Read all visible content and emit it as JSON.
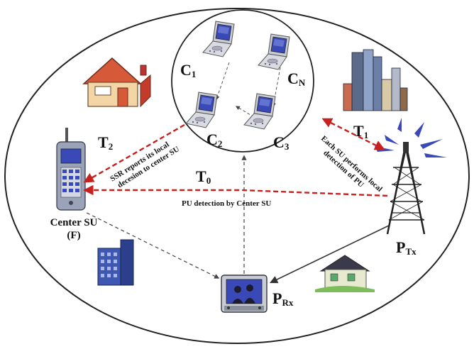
{
  "labels": {
    "c1_main": "C",
    "c1_sub": "1",
    "cn_main": "C",
    "cn_sub": "N",
    "c2_main": "C",
    "c2_sub": "2",
    "c3_main": "C",
    "c3_sub": "3",
    "t2_main": "T",
    "t2_sub": "2",
    "t1_main": "T",
    "t1_sub": "1",
    "t0_main": "T",
    "t0_sub": "0",
    "ptx_main": "P",
    "ptx_sub": "Tx",
    "prx_main": "P",
    "prx_sub": "Rx",
    "center_su_line1": "Center SU",
    "center_su_line2": "(F)",
    "ssr_line1": "SSR reports its local",
    "ssr_line2": "decesion to center SU",
    "each_su_line1": "Each SU performs local",
    "each_su_line2": "detection of PU",
    "pu_detection": "PU detection by Center SU"
  },
  "colors": {
    "dashed_red": "#c8201e",
    "outline": "#222222",
    "phone_blue": "#3a49b8",
    "phone_silver": "#c9ccd3",
    "house_wall": "#f4d6a6",
    "house_roof": "#d65a3a",
    "building_blue": "#3e57b3"
  }
}
